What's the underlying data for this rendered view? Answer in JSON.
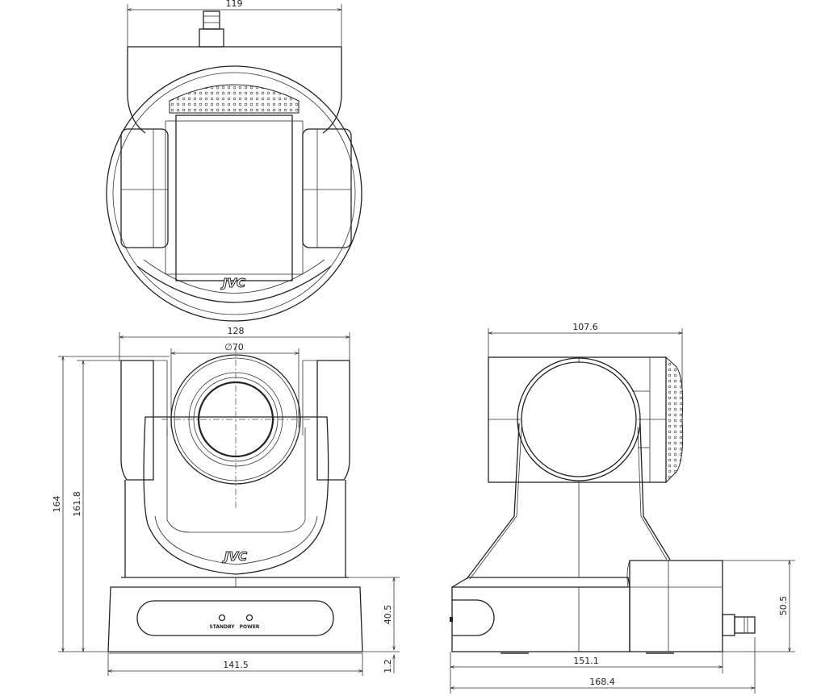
{
  "top_view": {
    "width_dim": "119",
    "logo": "JVC"
  },
  "front_view": {
    "width_dim": "128",
    "lens_dia_dim": "∅70",
    "height_dim": "164",
    "height_inner_dim": "161.8",
    "base_height_dim": "40.5",
    "foot_dim": "1.2",
    "base_width_dim": "141.5",
    "logo": "JVC",
    "standby_label": "STANDBY",
    "power_label": "POWER"
  },
  "side_view": {
    "head_depth_dim": "107.6",
    "rear_height_dim": "50.5",
    "base_depth_dim": "151.1",
    "total_depth_dim": "168.4"
  }
}
